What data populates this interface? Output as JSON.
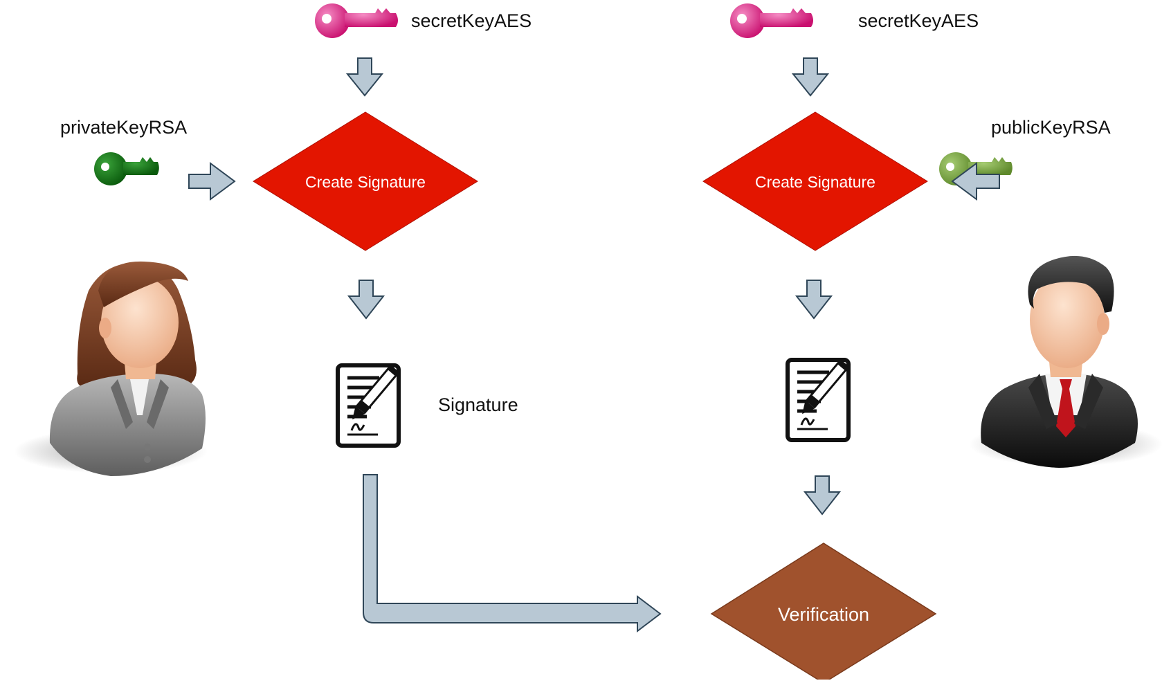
{
  "labels": {
    "left_secret_key": "secretKeyAES",
    "right_secret_key": "secretKeyAES",
    "private_key": "privateKeyRSA",
    "public_key": "publicKeyRSA",
    "signature": "Signature"
  },
  "nodes": {
    "left_create": "Create Signature",
    "right_create": "Create Signature",
    "verification": "Verification"
  },
  "icons": {
    "secret_key": "magenta-key-icon",
    "private_key": "dark-green-key-icon",
    "public_key": "light-green-key-icon",
    "sender": "woman-user-icon",
    "receiver": "businessman-user-icon",
    "document": "signed-document-icon"
  },
  "colors": {
    "secret_key": "#d6157f",
    "private_key": "#0f6e12",
    "public_key": "#6f9a3a",
    "create_node": "#e31500",
    "verification_node": "#a0522d",
    "arrow_fill": "#b8c8d4",
    "arrow_stroke": "#2f4658"
  }
}
